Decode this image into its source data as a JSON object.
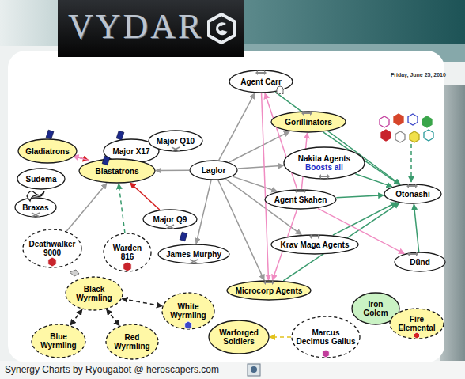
{
  "diagram": {
    "title": "VYDAR",
    "caption": "Synergy Charts by Ryougabot @ heroscapers.com",
    "nodes": [
      {
        "text": [
          "Agent Carr"
        ]
      },
      {
        "text": [
          "Gladiatrons"
        ]
      },
      {
        "text": [
          "Major X17"
        ]
      },
      {
        "text": [
          "Gorillinators"
        ]
      },
      {
        "text": [
          "Major Q10"
        ]
      },
      {
        "text": [
          "Sudema"
        ]
      },
      {
        "text": [
          "Blastatrons"
        ]
      },
      {
        "text": [
          "Laglor"
        ]
      },
      {
        "text": [
          "Nakita Agents",
          "Boosts all"
        ]
      },
      {
        "text": [
          "Otonashi"
        ]
      },
      {
        "text": [
          "Agent Skahen"
        ]
      },
      {
        "text": [
          "Braxas"
        ]
      },
      {
        "text": [
          "Major Q9"
        ]
      },
      {
        "text": [
          "Krav Maga Agents"
        ]
      },
      {
        "text": [
          "Deathwalker 9000"
        ]
      },
      {
        "text": [
          "Warden 816"
        ]
      },
      {
        "text": [
          "James Murphy"
        ]
      },
      {
        "text": [
          "Dünd"
        ]
      },
      {
        "text": [
          "Black Wyrmling"
        ]
      },
      {
        "text": [
          "Iron Golem"
        ]
      },
      {
        "text": [
          "Microcorp Agents"
        ]
      },
      {
        "text": [
          "White Wyrmling"
        ]
      },
      {
        "text": [
          "Fire Elemental"
        ]
      },
      {
        "text": [
          "Warforged Soldiers"
        ]
      },
      {
        "text": [
          "Marcus Decimus Gallus"
        ]
      },
      {
        "text": [
          "Blue Wyrmling"
        ]
      },
      {
        "text": [
          "Red Wyrmling"
        ]
      }
    ],
    "edges": [
      {
        "from": 1,
        "to": 6,
        "arrow": "to"
      },
      {
        "from": 6,
        "to": 1,
        "arrow": "to"
      },
      {
        "from": 2,
        "to": 6,
        "arrow": "to"
      },
      {
        "from": 4,
        "to": 6,
        "arrow": "to"
      },
      {
        "from": 12,
        "to": 6,
        "arrow": "to"
      },
      {
        "from": 7,
        "to": 6,
        "arrow": "to"
      },
      {
        "from": 14,
        "to": 6,
        "arrow": "to"
      },
      {
        "from": 15,
        "to": 6,
        "arrow": "to"
      },
      {
        "from": 7,
        "to": 0,
        "arrow": "to"
      },
      {
        "from": 7,
        "to": 3,
        "arrow": "to"
      },
      {
        "from": 7,
        "to": 8,
        "arrow": "to"
      },
      {
        "from": 7,
        "to": 10,
        "arrow": "to"
      },
      {
        "from": 7,
        "to": 13,
        "arrow": "to"
      },
      {
        "from": 7,
        "to": 20,
        "arrow": "to"
      },
      {
        "from": 7,
        "to": 16,
        "arrow": "to"
      },
      {
        "from": 0,
        "to": 9,
        "arrow": "to"
      },
      {
        "from": 3,
        "to": 9,
        "arrow": "to"
      },
      {
        "from": 8,
        "to": 9,
        "arrow": "to"
      },
      {
        "from": 10,
        "to": 9,
        "arrow": "to"
      },
      {
        "from": 13,
        "to": 9,
        "arrow": "to"
      },
      {
        "from": 20,
        "to": 9,
        "arrow": "to"
      },
      {
        "from": 17,
        "to": 9,
        "arrow": "to"
      },
      {
        "from": 10,
        "to": 0,
        "arrow": "to"
      },
      {
        "from": 10,
        "to": 3,
        "arrow": "to"
      },
      {
        "from": 10,
        "to": 20,
        "arrow": "to"
      },
      {
        "from": 10,
        "to": 17,
        "arrow": "to"
      },
      {
        "from": 0,
        "to": 20,
        "arrow": "to"
      },
      {
        "from": 18,
        "to": 21,
        "arrow": "both"
      },
      {
        "from": 18,
        "to": 25,
        "arrow": "both"
      },
      {
        "from": 18,
        "to": 26,
        "arrow": "both"
      },
      {
        "from": 24,
        "to": 23,
        "arrow": "to"
      },
      {
        "from": 22,
        "to": 19,
        "arrow": "to"
      }
    ],
    "labels": [
      "Friday, June 25, 2010"
    ]
  }
}
